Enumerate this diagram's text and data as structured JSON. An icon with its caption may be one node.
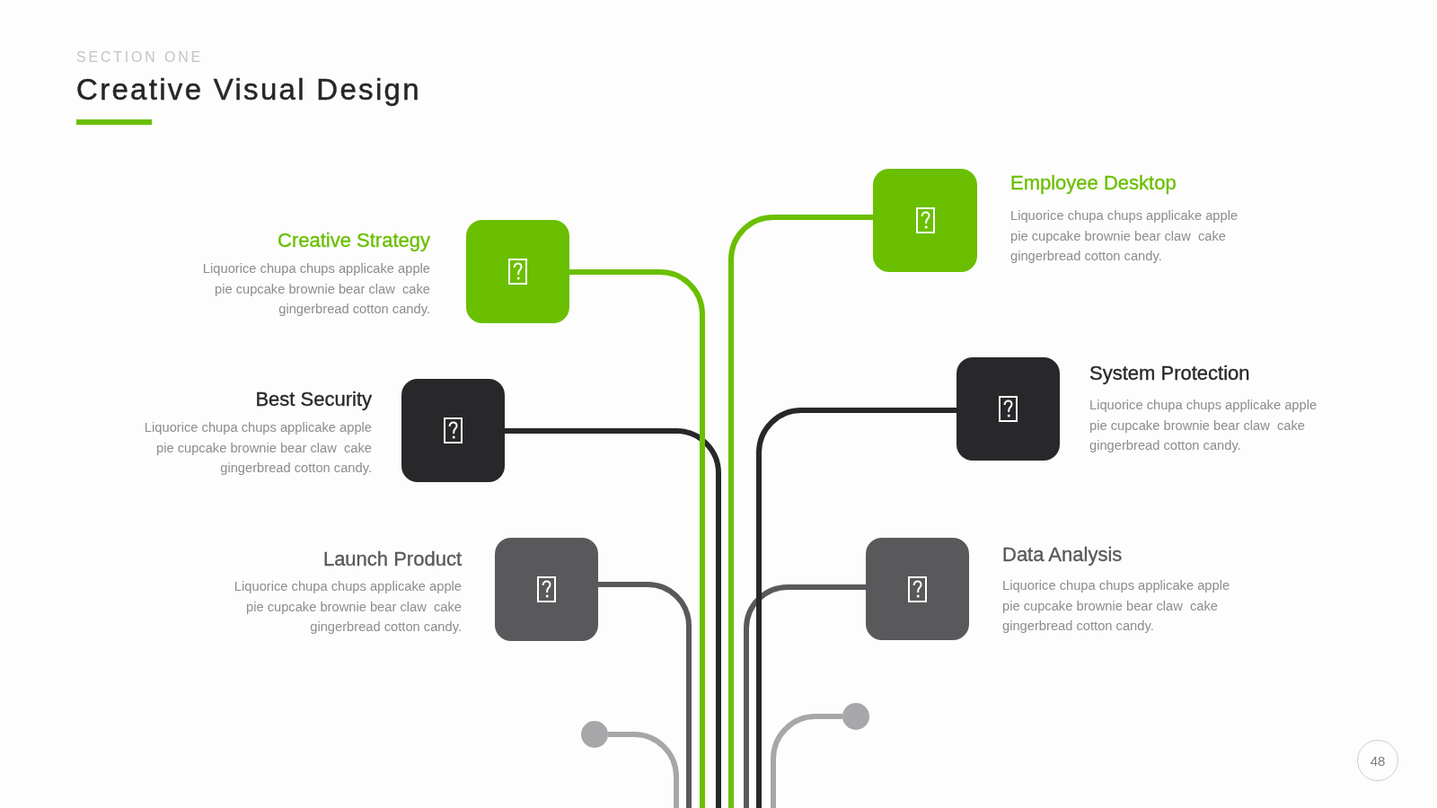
{
  "diagram": {
    "title": "Creative Visual Design",
    "nodes": [
      {
        "text": [],
        "shape": "box",
        "beside": [
          "Creative Strategy",
          "Liquorice chupa chups applicake apple pie cupcake brownie bear claw  cake gingerbread cotton candy."
        ]
      },
      {
        "text": [],
        "shape": "box",
        "beside": [
          "Employee Desktop",
          "Liquorice chupa chups applicake apple pie cupcake brownie bear claw  cake gingerbread cotton candy."
        ]
      },
      {
        "text": [],
        "shape": "box",
        "beside": [
          "Best Security",
          "Liquorice chupa chups applicake apple pie cupcake brownie bear claw  cake gingerbread cotton candy."
        ]
      },
      {
        "text": [],
        "shape": "box",
        "beside": [
          "System Protection",
          "Liquorice chupa chups applicake apple pie cupcake brownie bear claw  cake gingerbread cotton candy."
        ]
      },
      {
        "text": [],
        "shape": "box",
        "beside": [
          "Launch Product",
          "Liquorice chupa chups applicake apple pie cupcake brownie bear claw  cake gingerbread cotton candy."
        ]
      },
      {
        "text": [],
        "shape": "box",
        "beside": [
          "Data Analysis",
          "Liquorice chupa chups applicake apple pie cupcake brownie bear claw  cake gingerbread cotton candy."
        ]
      },
      {
        "text": [],
        "shape": "circle"
      },
      {
        "text": [],
        "shape": "circle"
      },
      {
        "text": [
          "48"
        ]
      }
    ],
    "edges": [
      {
        "from": 0,
        "to": null,
        "arrow": "none",
        "color": "#6abf00"
      },
      {
        "from": 1,
        "to": null,
        "arrow": "none",
        "color": "#6abf00"
      },
      {
        "from": 2,
        "to": null,
        "arrow": "none",
        "color": "#28272a"
      },
      {
        "from": 3,
        "to": null,
        "arrow": "none",
        "color": "#28272a"
      },
      {
        "from": 4,
        "to": null,
        "arrow": "none",
        "color": "#59585b"
      },
      {
        "from": 5,
        "to": null,
        "arrow": "none",
        "color": "#59585b"
      },
      {
        "from": 6,
        "to": null,
        "arrow": "none",
        "color": "#a7a6a8"
      },
      {
        "from": 7,
        "to": null,
        "arrow": "none",
        "color": "#a7a6a8"
      }
    ],
    "labels": [
      "SECTION ONE"
    ]
  }
}
